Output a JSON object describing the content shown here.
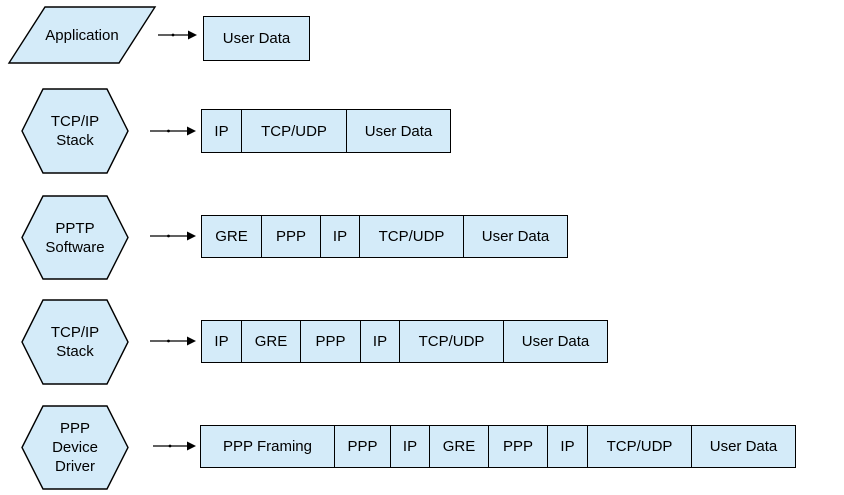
{
  "colors": {
    "shape_fill": "#d4ebf9",
    "shape_stroke": "#000000",
    "text": "#000000",
    "background": "#ffffff"
  },
  "rows": [
    {
      "shape": {
        "type": "parallelogram",
        "lines": [
          "Application"
        ]
      },
      "cells": [
        {
          "label": "User Data"
        }
      ]
    },
    {
      "shape": {
        "type": "hexagon",
        "lines": [
          "TCP/IP",
          "Stack"
        ]
      },
      "cells": [
        {
          "label": "IP"
        },
        {
          "label": "TCP/UDP"
        },
        {
          "label": "User Data"
        }
      ]
    },
    {
      "shape": {
        "type": "hexagon",
        "lines": [
          "PPTP",
          "Software"
        ]
      },
      "cells": [
        {
          "label": "GRE"
        },
        {
          "label": "PPP"
        },
        {
          "label": "IP"
        },
        {
          "label": "TCP/UDP"
        },
        {
          "label": "User Data"
        }
      ]
    },
    {
      "shape": {
        "type": "hexagon",
        "lines": [
          "TCP/IP",
          "Stack"
        ]
      },
      "cells": [
        {
          "label": "IP"
        },
        {
          "label": "GRE"
        },
        {
          "label": "PPP"
        },
        {
          "label": "IP"
        },
        {
          "label": "TCP/UDP"
        },
        {
          "label": "User Data"
        }
      ]
    },
    {
      "shape": {
        "type": "hexagon",
        "lines": [
          "PPP",
          "Device",
          "Driver"
        ]
      },
      "cells": [
        {
          "label": "PPP Framing"
        },
        {
          "label": "PPP"
        },
        {
          "label": "IP"
        },
        {
          "label": "GRE"
        },
        {
          "label": "PPP"
        },
        {
          "label": "IP"
        },
        {
          "label": "TCP/UDP"
        },
        {
          "label": "User Data"
        }
      ]
    }
  ]
}
